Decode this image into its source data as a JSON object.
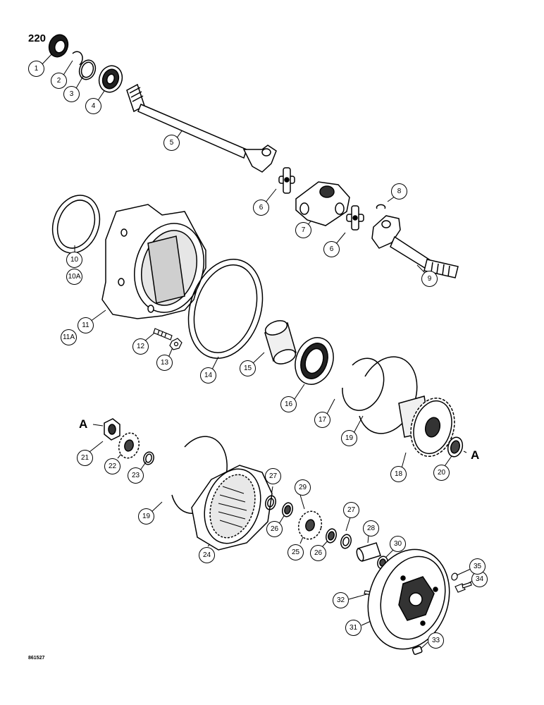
{
  "page_number": "220",
  "drawing_code": "861527",
  "reference_letter": "A",
  "callout_labels": {
    "c1": "1",
    "c2": "2",
    "c3": "3",
    "c4": "4",
    "c5": "5",
    "c6a": "6",
    "c6b": "6",
    "c7": "7",
    "c8": "8",
    "c9": "9",
    "c10": "10",
    "c10a": "10A",
    "c11": "11",
    "c11a": "11A",
    "c12": "12",
    "c13": "13",
    "c14": "14",
    "c15": "15",
    "c16": "16",
    "c17": "17",
    "c18": "18",
    "c19a": "19",
    "c19b": "19",
    "c20": "20",
    "c21": "21",
    "c22": "22",
    "c23": "23",
    "c24": "24",
    "c25": "25",
    "c26a": "26",
    "c26b": "26",
    "c27a": "27",
    "c27b": "27",
    "c28": "28",
    "c29": "29",
    "c30": "30",
    "c31": "31",
    "c32": "32",
    "c33": "33",
    "c34": "34",
    "c35": "35"
  }
}
